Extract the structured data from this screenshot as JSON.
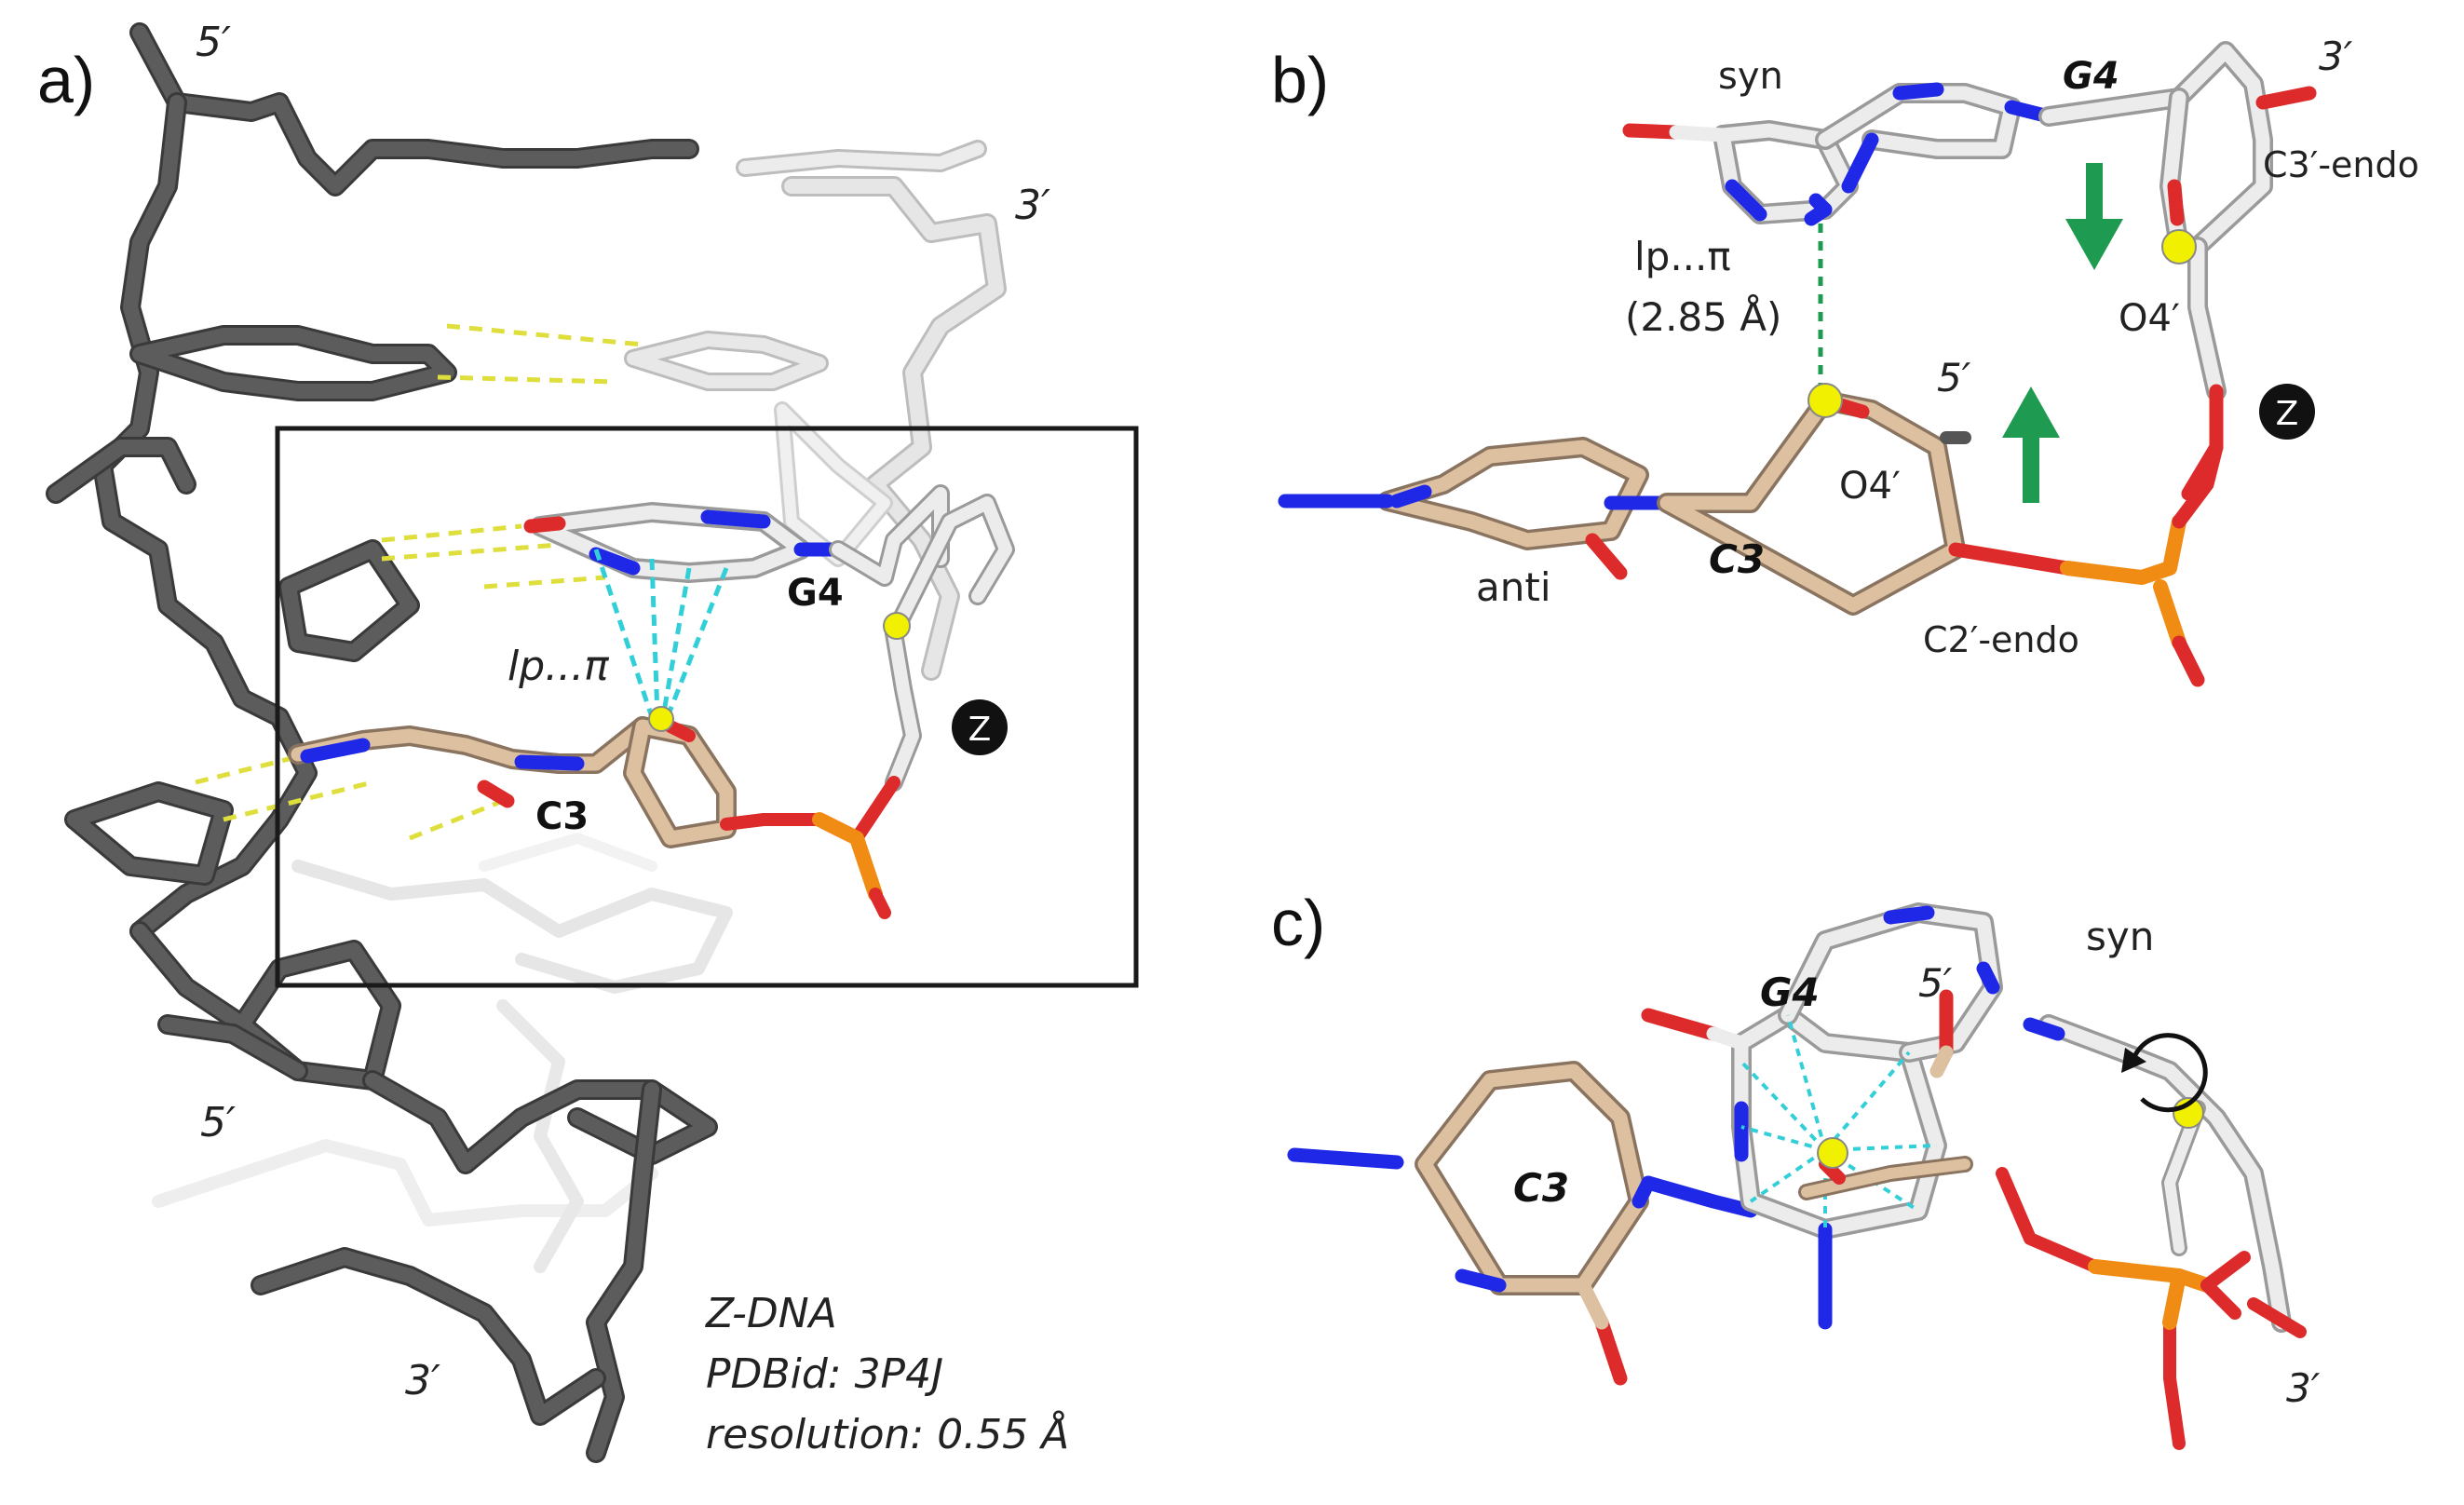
{
  "panels": {
    "a": {
      "letter": "a)",
      "end_5prime_top": "5′",
      "end_3prime_upper": "3′",
      "end_5prime_lower": "5′",
      "end_3prime_bottom": "3′",
      "residue_g4": "G4",
      "residue_c3": "C3",
      "interaction_label": "lp...π",
      "z_badge": "Z",
      "info": {
        "line1": "Z-DNA",
        "line2": "PDBid: 3P4J",
        "line3": "resolution: 0.55 Å"
      }
    },
    "b": {
      "letter": "b)",
      "syn": "syn",
      "residue_g4": "G4",
      "end_3prime": "3′",
      "pucker_g4": "C3′-endo",
      "interaction_label": "lp...π",
      "distance": "(2.85 Å)",
      "o4_g4": "O4′",
      "end_5prime": "5′",
      "o4_c3": "O4′",
      "z_badge": "Z",
      "anti": "anti",
      "residue_c3": "C3",
      "pucker_c3": "C2′-endo"
    },
    "c": {
      "letter": "c)",
      "residue_g4": "G4",
      "end_5prime": "5′",
      "syn": "syn",
      "residue_c3": "C3",
      "end_3prime": "3′"
    }
  },
  "colors": {
    "strand_dark": "#5a5a5a",
    "strand_light": "#dcdcdc",
    "guanine_carbon": "#e8e8e8",
    "cytosine_carbon": "#dcc0a0",
    "nitrogen": "#1e28e6",
    "oxygen": "#dd2a2a",
    "phosphorus": "#f08c14",
    "sulfur_yellow": "#f0f000",
    "hbond_yellow": "#dede3c",
    "lp_pi_cyan": "#32cfd8",
    "arrow_green": "#1e9b50",
    "badge": "#111111"
  }
}
